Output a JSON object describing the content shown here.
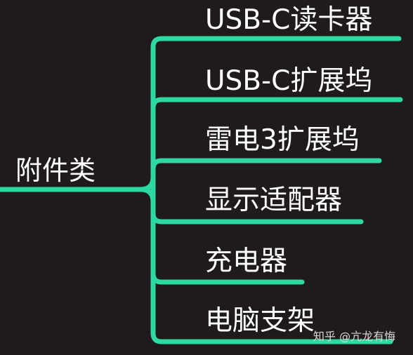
{
  "root": {
    "label": "附件类"
  },
  "branches": [
    {
      "label": "USB-C读卡器"
    },
    {
      "label": "USB-C扩展坞"
    },
    {
      "label": "雷电3扩展坞"
    },
    {
      "label": "显示适配器"
    },
    {
      "label": "充电器"
    },
    {
      "label": "电脑支架"
    }
  ],
  "watermark": "知乎 @亢龙有悔",
  "colors": {
    "background": "#1e1b1a",
    "connector": "#2ed8a3",
    "text": "#ffffff"
  }
}
